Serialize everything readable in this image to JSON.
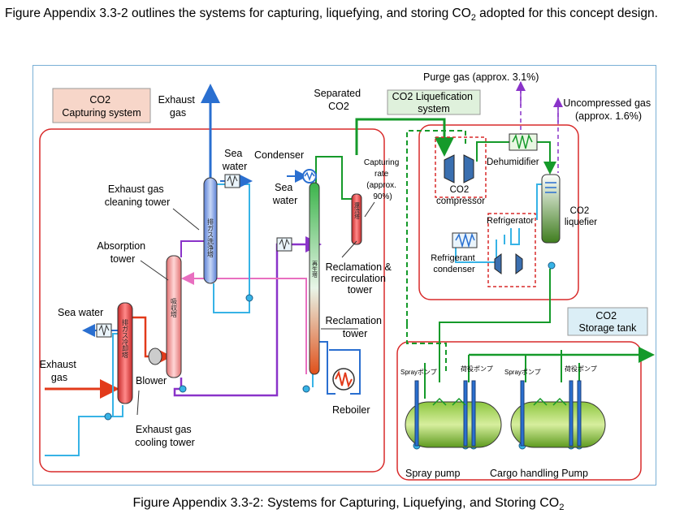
{
  "intro": {
    "before": "Figure Appendix 3.3-2 outlines the systems for capturing, liquefying, and storing CO",
    "sub": "2",
    "after": " adopted for this concept design."
  },
  "caption": {
    "before": "Figure Appendix 3.3-2: Systems for Capturing, Liquefying, and Storing CO",
    "sub": "2"
  },
  "diagram": {
    "capture_box": [
      "CO2",
      "Capturing system"
    ],
    "exhaust_gas_out": [
      "Exhaust",
      "gas"
    ],
    "separated_co2": [
      "Separated",
      "CO2"
    ],
    "liquefaction_box": [
      "CO2 Liquefication",
      "system"
    ],
    "purge_gas": "Purge gas (approx. 3.1%)",
    "uncompressed_gas": [
      "Uncompressed gas",
      "(approx. 1.6%)"
    ],
    "sea_water_top": [
      "Sea",
      "water"
    ],
    "condenser": "Condenser",
    "sea_water_mid": [
      "Sea",
      "water"
    ],
    "capturing_rate": [
      "Capturing",
      "rate",
      "(approx.",
      "90%)"
    ],
    "cleaning_tower": [
      "Exhaust gas",
      "cleaning tower"
    ],
    "absorption_tower": [
      "Absorption",
      "tower"
    ],
    "sea_water_left": "Sea water",
    "exhaust_gas_in": [
      "Exhaust",
      "gas"
    ],
    "blower": "Blower",
    "cooling_tower": [
      "Exhaust gas",
      "cooling tower"
    ],
    "reclamation_recirc": [
      "Reclamation &",
      "recirculation",
      "tower"
    ],
    "reclamation_tower": [
      "Reclamation",
      "tower"
    ],
    "reboiler": "Reboiler",
    "co2_compressor": [
      "CO2",
      "compressor"
    ],
    "dehumidifier": "Dehumidifier",
    "co2_liquefier": [
      "CO2",
      "liquefier"
    ],
    "refrigerator": "Refrigerator",
    "refrigerant_condenser": [
      "Refrigerant",
      "condenser"
    ],
    "storage_box": [
      "CO2",
      "Storage tank"
    ],
    "spray_pump_jp": "Sprayポンプ",
    "cargo_pump_jp": "荷役ポンプ",
    "spray_pump": "Spray pump",
    "cargo_pump": "Cargo handling Pump",
    "cooling_tower_jp": "排ガス冷却塔",
    "absorption_tower_jp": "吸収塔",
    "cleaning_tower_jp": "排ガス洗浄塔",
    "reclamation_tower_jp": "再生塔",
    "recirc_tower_jp": "還流塔"
  },
  "colors": {
    "green": "#159a2a",
    "blue": "#2a6fd0",
    "cyan": "#37b3e6",
    "purple": "#8a33c9",
    "red": "#e23a1a",
    "orange": "#f08a18",
    "region_red": "#d82a2a",
    "label_pink": "#f7d6c9",
    "label_green": "#dff1dc",
    "label_blue": "#dbeef6"
  }
}
